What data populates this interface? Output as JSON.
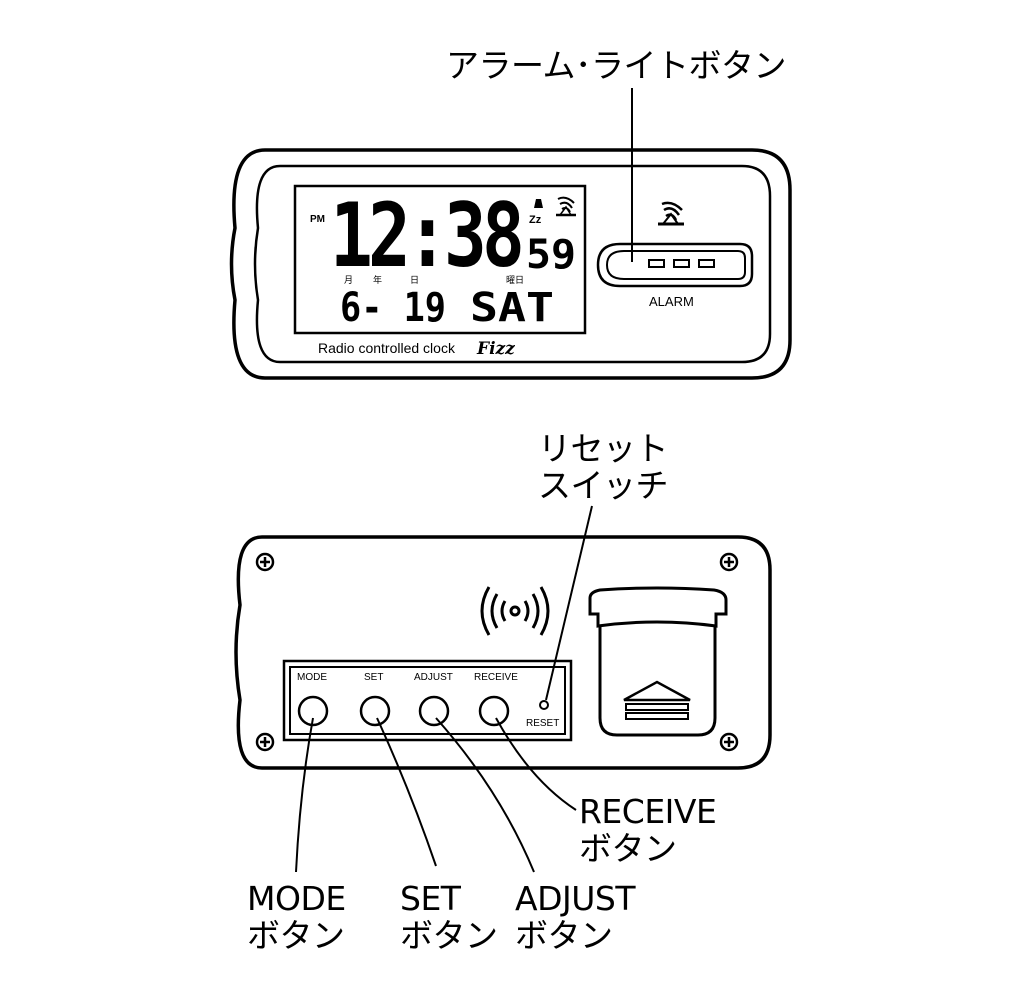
{
  "callouts": {
    "alarm_light": "アラーム･ライトボタン",
    "reset_line1": "リセット",
    "reset_line2": "スイッチ",
    "receive_line1": "RECEIVE",
    "receive_line2": "ボタン",
    "mode_line1": "MODE",
    "mode_line2": "ボタン",
    "set_line1": "SET",
    "set_line2": "ボタン",
    "adjust_line1": "ADJUST",
    "adjust_line2": "ボタン"
  },
  "front": {
    "pm": "PM",
    "time": "12:38",
    "seconds": "59",
    "snooze": "Zz",
    "label_month": "月",
    "label_year": "年",
    "label_day": "日",
    "label_weekday": "曜日",
    "date": "6- 19",
    "weekday": "SAT",
    "alarm_label": "ALARM",
    "caption": "Radio controlled clock",
    "brand": "Fizz"
  },
  "back": {
    "mode": "MODE",
    "set": "SET",
    "adjust": "ADJUST",
    "receive": "RECEIVE",
    "reset": "RESET"
  },
  "icons": [
    "signal-tower-icon",
    "snooze-bell-icon",
    "radio-wave-icon",
    "screw-icon",
    "eject-arrow-icon"
  ],
  "colors": {
    "line": "#000000",
    "background": "#ffffff"
  }
}
